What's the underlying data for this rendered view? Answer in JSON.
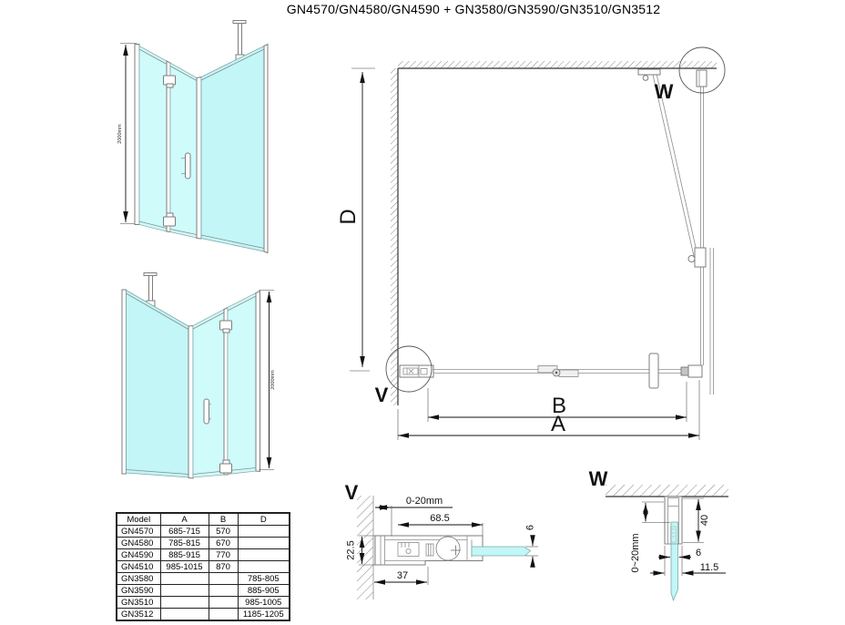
{
  "title": "GN4570/GN4580/GN4590 + GN3580/GN3590/GN3510/GN3512",
  "colors": {
    "glass": "#c2f6f7",
    "glass_light": "#cffbfb",
    "line": "#8c8c8c",
    "dim": "#111111"
  },
  "iso_views": {
    "height_dimension_top": "2000mm",
    "height_dimension_bottom": "2000mm"
  },
  "plan_view": {
    "depth_label": "D",
    "width_outer_label": "A",
    "width_inner_label": "B",
    "detail_marker_v": "V",
    "detail_marker_w": "W"
  },
  "detail_v": {
    "marker": "V",
    "wall_gap": "0-20mm",
    "profile_width": "68.5",
    "glass_thickness": "6",
    "profile_depth": "22.5",
    "profile_inner_width": "37"
  },
  "detail_w": {
    "marker": "W",
    "wall_gap": "0~20mm",
    "profile_height": "40",
    "glass_thickness": "6",
    "profile_width": "11.5"
  },
  "table": {
    "headers": [
      "Model",
      "A",
      "B",
      "D"
    ],
    "rows": [
      [
        "GN4570",
        "685-715",
        "570",
        ""
      ],
      [
        "GN4580",
        "785-815",
        "670",
        ""
      ],
      [
        "GN4590",
        "885-915",
        "770",
        ""
      ],
      [
        "GN4510",
        "985-1015",
        "870",
        ""
      ],
      [
        "GN3580",
        "",
        "",
        "785-805"
      ],
      [
        "GN3590",
        "",
        "",
        "885-905"
      ],
      [
        "GN3510",
        "",
        "",
        "985-1005"
      ],
      [
        "GN3512",
        "",
        "",
        "1185-1205"
      ]
    ]
  }
}
